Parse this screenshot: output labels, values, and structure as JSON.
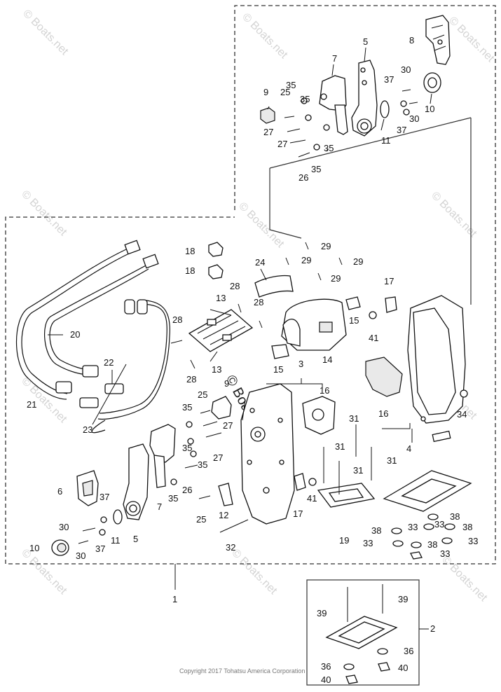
{
  "copyright": "Copyright 2017 Tohatsu America Corporation",
  "watermark": "© Boats.net",
  "part_labels": {
    "l1": "1",
    "l2": "2",
    "l3": "3",
    "l4": "4",
    "l5a": "5",
    "l5b": "5",
    "l6": "6",
    "l7a": "7",
    "l7b": "7",
    "l8": "8",
    "l9a": "9",
    "l9b": "9",
    "l10a": "10",
    "l10b": "10",
    "l11a": "11",
    "l11b": "11",
    "l12": "12",
    "l13a": "13",
    "l13b": "13",
    "l14": "14",
    "l15a": "15",
    "l15b": "15",
    "l16a": "16",
    "l16b": "16",
    "l17a": "17",
    "l17b": "17",
    "l18a": "18",
    "l18b": "18",
    "l19": "19",
    "l20": "20",
    "l21": "21",
    "l22": "22",
    "l23": "23",
    "l24": "24",
    "l25a": "25",
    "l25b": "25",
    "l25c": "25",
    "l26a": "26",
    "l26b": "26",
    "l27a": "27",
    "l27b": "27",
    "l27c": "27",
    "l27d": "27",
    "l28a": "28",
    "l28b": "28",
    "l28c": "28",
    "l28d": "28",
    "l29a": "29",
    "l29b": "29",
    "l29c": "29",
    "l29d": "29",
    "l30a": "30",
    "l30b": "30",
    "l30c": "30",
    "l30d": "30",
    "l31a": "31",
    "l31b": "31",
    "l31c": "31",
    "l31d": "31",
    "l32": "32",
    "l33a": "33",
    "l33b": "33",
    "l33c": "33",
    "l33d": "33",
    "l33e": "33",
    "l34": "34",
    "l35a": "35",
    "l35b": "35",
    "l35c": "35",
    "l35d": "35",
    "l35e": "35",
    "l35f": "35",
    "l35g": "35",
    "l35h": "35",
    "l36a": "36",
    "l36b": "36",
    "l37a": "37",
    "l37b": "37",
    "l37c": "37",
    "l37d": "37",
    "l38a": "38",
    "l38b": "38",
    "l38c": "38",
    "l38d": "38",
    "l39a": "39",
    "l39b": "39",
    "l40a": "40",
    "l40b": "40",
    "l41a": "41",
    "l41b": "41"
  }
}
